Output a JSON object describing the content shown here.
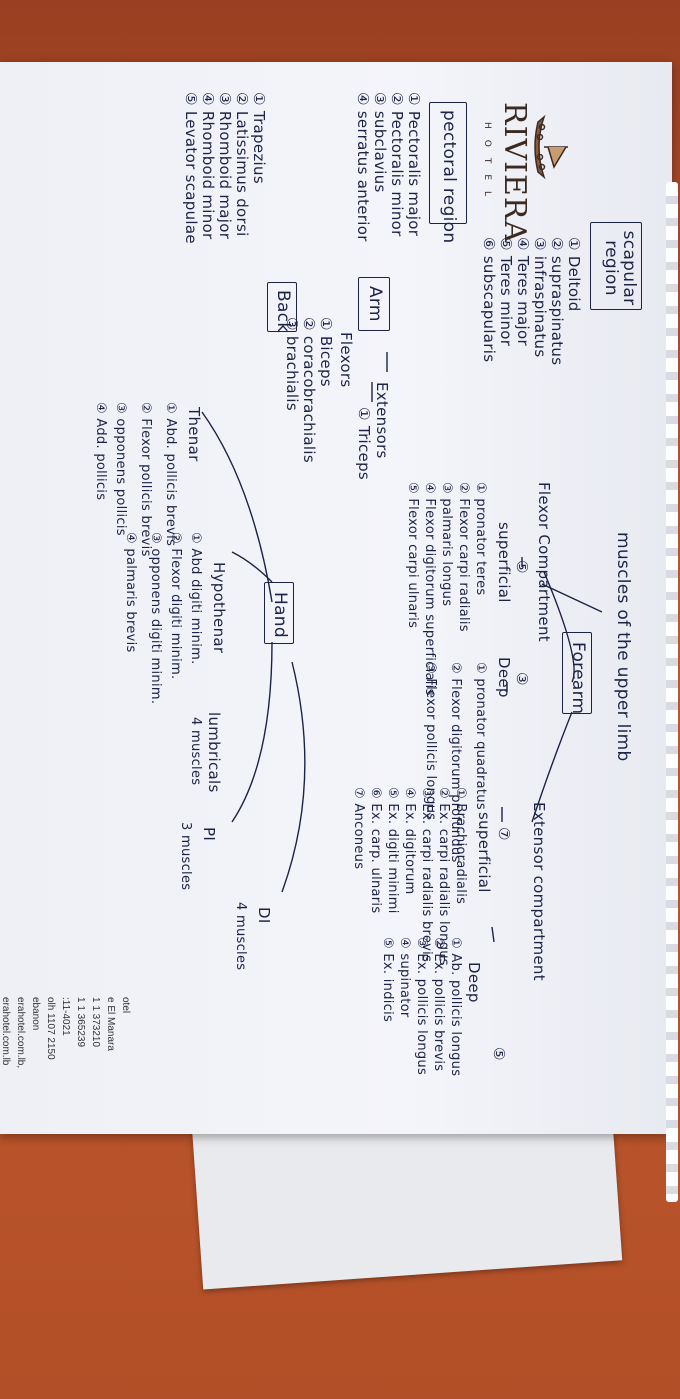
{
  "title": "muscles of the upper limb",
  "hotel": {
    "name": "RIVIERA",
    "sub": "HOTEL",
    "address_lines": [
      "otel",
      "e El Manara",
      "1 1 373210",
      "1 1 365239",
      ":11-4021",
      "olh 1107 2150",
      "ebanon",
      "erahotel.com.lb,",
      "erahotel.com.lb"
    ]
  },
  "pectoral": {
    "label": "pectoral region",
    "items": [
      "① Pectoralis major",
      "② Pectoralis minor",
      "③ subclavius",
      "④ serratus anterior"
    ]
  },
  "back": {
    "label": "Back",
    "items": [
      "① Trapezius",
      "② Latissimus dorsi",
      "③ Rhomboid major",
      "④ Rhomboid minor",
      "⑤ Levator scapulae"
    ]
  },
  "scapular": {
    "label": "scapular region",
    "items": [
      "① Deltoid",
      "② supraspinatus",
      "③ infraspinatus",
      "④ Teres major",
      "⑤ Teres minor",
      "⑥ subscapularis"
    ]
  },
  "arm": {
    "label": "Arm",
    "flexors_label": "Flexors",
    "flexors": [
      "① Biceps",
      "② coracobrachialis",
      "③ brachialis"
    ],
    "extensors_label": "Extensors",
    "extensors": [
      "① Triceps"
    ]
  },
  "forearm": {
    "label": "Forearm",
    "flexor_label": "Flexor Compartment",
    "flexor_superficial_count": "⑤",
    "flexor_deep_count": "③",
    "superficial_label": "superficial",
    "deep_label": "Deep",
    "flexor_superficial": [
      "① pronator teres",
      "② Flexor carpi radialis",
      "③ palmaris longus",
      "④ Flexor digitorum superficialis",
      "⑤ Flexor carpi ulnaris"
    ],
    "flexor_deep": [
      "① pronator quadratus",
      "② Flexor digitorum profundus",
      "③ Flexor pollicis longus"
    ],
    "extensor_label": "Extensor compartment",
    "extensor_superficial_count": "⑦",
    "extensor_deep_count": "⑤",
    "extensor_superficial_label": "superficial",
    "extensor_deep_label": "Deep",
    "extensor_superficial": [
      "① Brachioradialis",
      "② Ex. carpi radialis longus",
      "③ Ex. carpi radialis brevis",
      "④ Ex. digitorum",
      "⑤ Ex. digiti minimi",
      "⑥ Ex. carp. ulnaris",
      "⑦ Anconeus"
    ],
    "extensor_deep": [
      "① Ab. pollicis longus",
      "② Ex. pollicis brevis",
      "③ Ex. pollicis longus",
      "④ supinator",
      "⑤ Ex. indicis"
    ]
  },
  "hand": {
    "label": "Hand",
    "thenar_label": "Thenar",
    "thenar": [
      "① Abd. pollicis brevis",
      "② Flexor pollicis brevis",
      "③ opponens pollicis",
      "④ Add. pollicis"
    ],
    "hypothenar_label": "Hypothenar",
    "hypothenar": [
      "① Abd digiti minim.",
      "② Flexor digiti minim.",
      "③ opponens digiti minim.",
      "④ palmaris brevis"
    ],
    "lumbricals_label": "lumbricals",
    "lumbricals_note": "4 muscles",
    "pi_label": "PI",
    "pi_note": "3 muscles",
    "di_label": "DI",
    "di_note": "4 muscles"
  }
}
